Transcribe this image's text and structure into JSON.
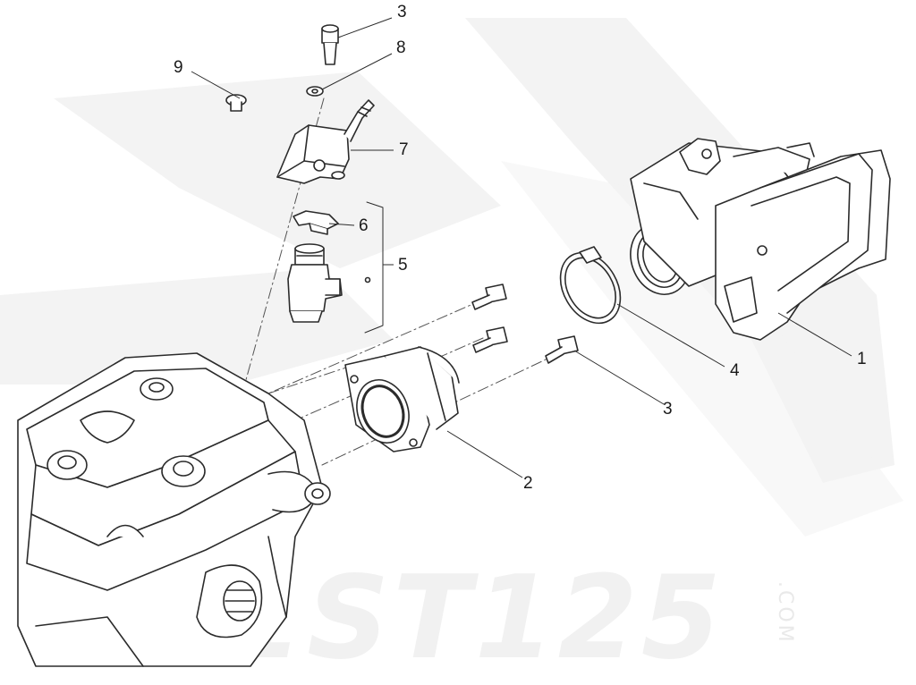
{
  "diagram": {
    "watermark": {
      "text": "1ST125",
      "suffix": ".COM"
    },
    "callouts": [
      {
        "id": "c3-top",
        "label": "3"
      },
      {
        "id": "c8",
        "label": "8"
      },
      {
        "id": "c9",
        "label": "9"
      },
      {
        "id": "c7",
        "label": "7"
      },
      {
        "id": "c6",
        "label": "6"
      },
      {
        "id": "c5",
        "label": "5"
      },
      {
        "id": "c1",
        "label": "1"
      },
      {
        "id": "c4",
        "label": "4"
      },
      {
        "id": "c3-right",
        "label": "3"
      },
      {
        "id": "c2",
        "label": "2"
      }
    ],
    "line_color": "#2b2b2b",
    "fill_color": "#ffffff"
  }
}
